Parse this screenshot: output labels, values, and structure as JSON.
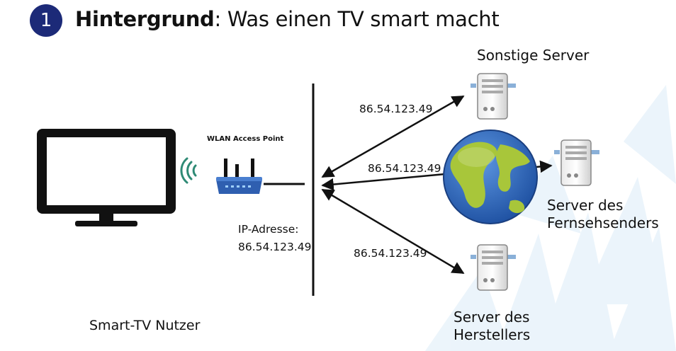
{
  "header": {
    "step_number": "1",
    "title_bold": "Hintergrund",
    "title_rest": ": Was einen TV smart macht"
  },
  "labels": {
    "wlan_access_point": "WLAN Access Point",
    "ip_address_label": "IP-Adresse:",
    "ip_address_value": "86.54.123.49",
    "smart_tv_user": "Smart-TV Nutzer",
    "other_servers": "Sonstige Server",
    "broadcaster_server_line1": "Server des",
    "broadcaster_server_line2": "Fernsehsenders",
    "manufacturer_server_line1": "Server des",
    "manufacturer_server_line2": "Herstellers"
  },
  "connections": [
    {
      "target": "Sonstige Server",
      "ip": "86.54.123.49"
    },
    {
      "target": "Server des Fernsehsenders",
      "ip": "86.54.123.49"
    },
    {
      "target": "Server des Herstellers",
      "ip": "86.54.123.49"
    }
  ],
  "colors": {
    "badge": "#1c2a78",
    "globe_ocean": "#2a63b8",
    "globe_land": "#a8c63a",
    "router": "#2f5fb0",
    "wifi": "#2e8a75"
  }
}
